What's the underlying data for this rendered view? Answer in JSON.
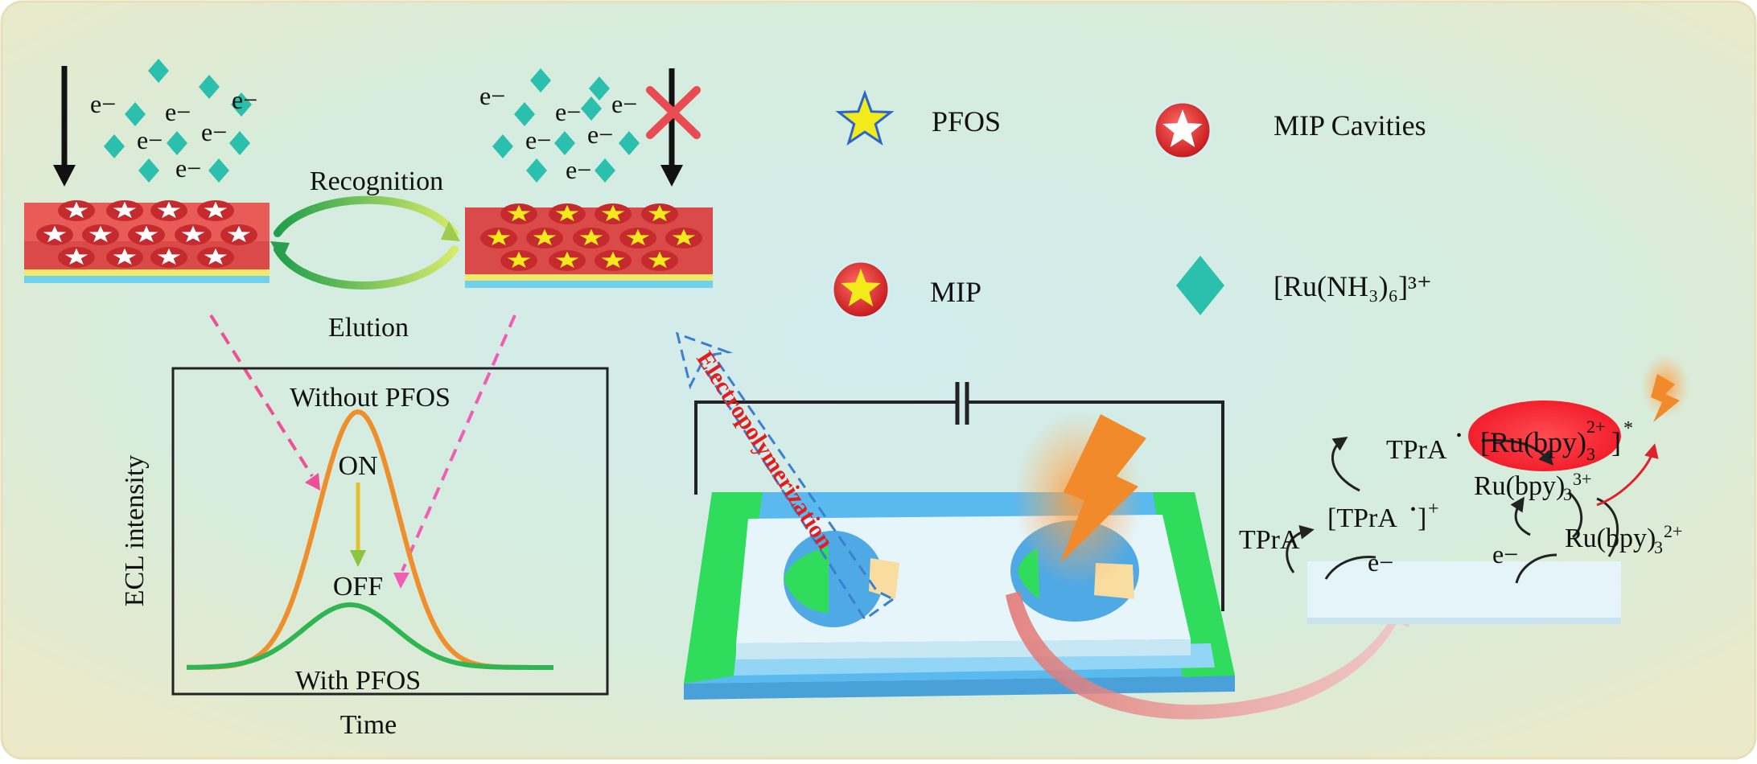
{
  "electron": "e−",
  "left": {
    "recognition": "Recognition",
    "elution": "Elution"
  },
  "legend": {
    "pfos": "PFOS",
    "mip_cavities": "MIP Cavities",
    "mip": "MIP",
    "ru_nh3": "[Ru(NH₃)₆]³⁺"
  },
  "graph": {
    "without": "Without PFOS",
    "with": "With PFOS",
    "on": "ON",
    "off": "OFF",
    "ylabel": "ECL intensity",
    "xlabel": "Time"
  },
  "device": {
    "electropolymerization": "Electropolymerization"
  },
  "mechanism": {
    "tpra": "TPrA",
    "tpra_radical": "TPrA",
    "tpra_cation": "[TPrA",
    "ru3_base": "Ru(bpy)",
    "ru2_base": "Ru(bpy)",
    "excited_base": "[Ru(bpy)"
  },
  "colors": {
    "background": "#d9ecde",
    "tray": "#e8544f",
    "cyan_diamond": "#2bbfae",
    "star": "#f3ea1c",
    "orange_curve": "#ef8f2c",
    "green_curve": "#2fb552",
    "pink_dash": "#ee4f96",
    "electrode_green": "#2fdc5c",
    "device_blue": "#5ab9ee"
  }
}
